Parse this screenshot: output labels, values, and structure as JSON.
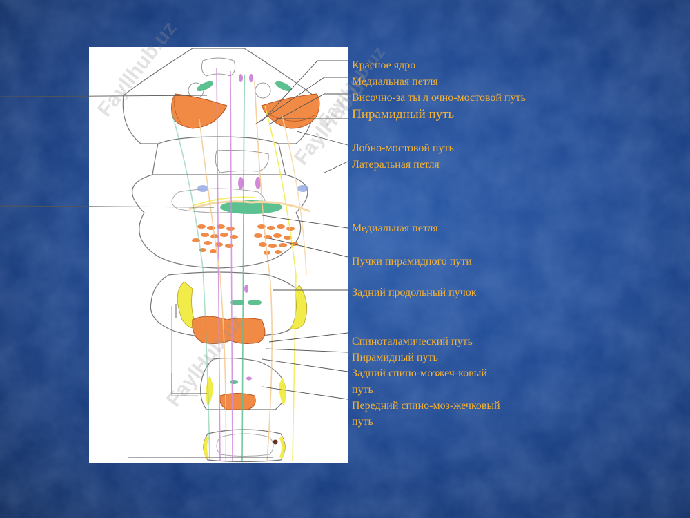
{
  "labels": [
    "Красное ядро",
    "Медиальная   петля",
    "Височно-за ты л очно-мостовой     путь",
    "Пирамидный путь",
    "Лобно-мостовой путь",
    "Латеральная  петля",
    "Медиальная    петля",
    "Пучки пирамидного пути",
    "Задний  продольный пучок",
    "Спиноталамический путь",
    "Пирамидный путь",
    "Задний     спино-мозжеч-ковый",
    "путь",
    "Передний      спино-моз-жечковый",
    "путь"
  ],
  "watermarks": [
    "Fayllhub.uz",
    "FaylHub.uz",
    "FaylHub.uz",
    "FaylHub.uz"
  ],
  "colors": {
    "label": "#f2b135",
    "orange_region": "#f08a45",
    "green_tract": "#5cc090",
    "violet_tract": "#d08ad8",
    "yellow_tract": "#f2ec4a",
    "blue_tract": "#8aa0e0"
  }
}
